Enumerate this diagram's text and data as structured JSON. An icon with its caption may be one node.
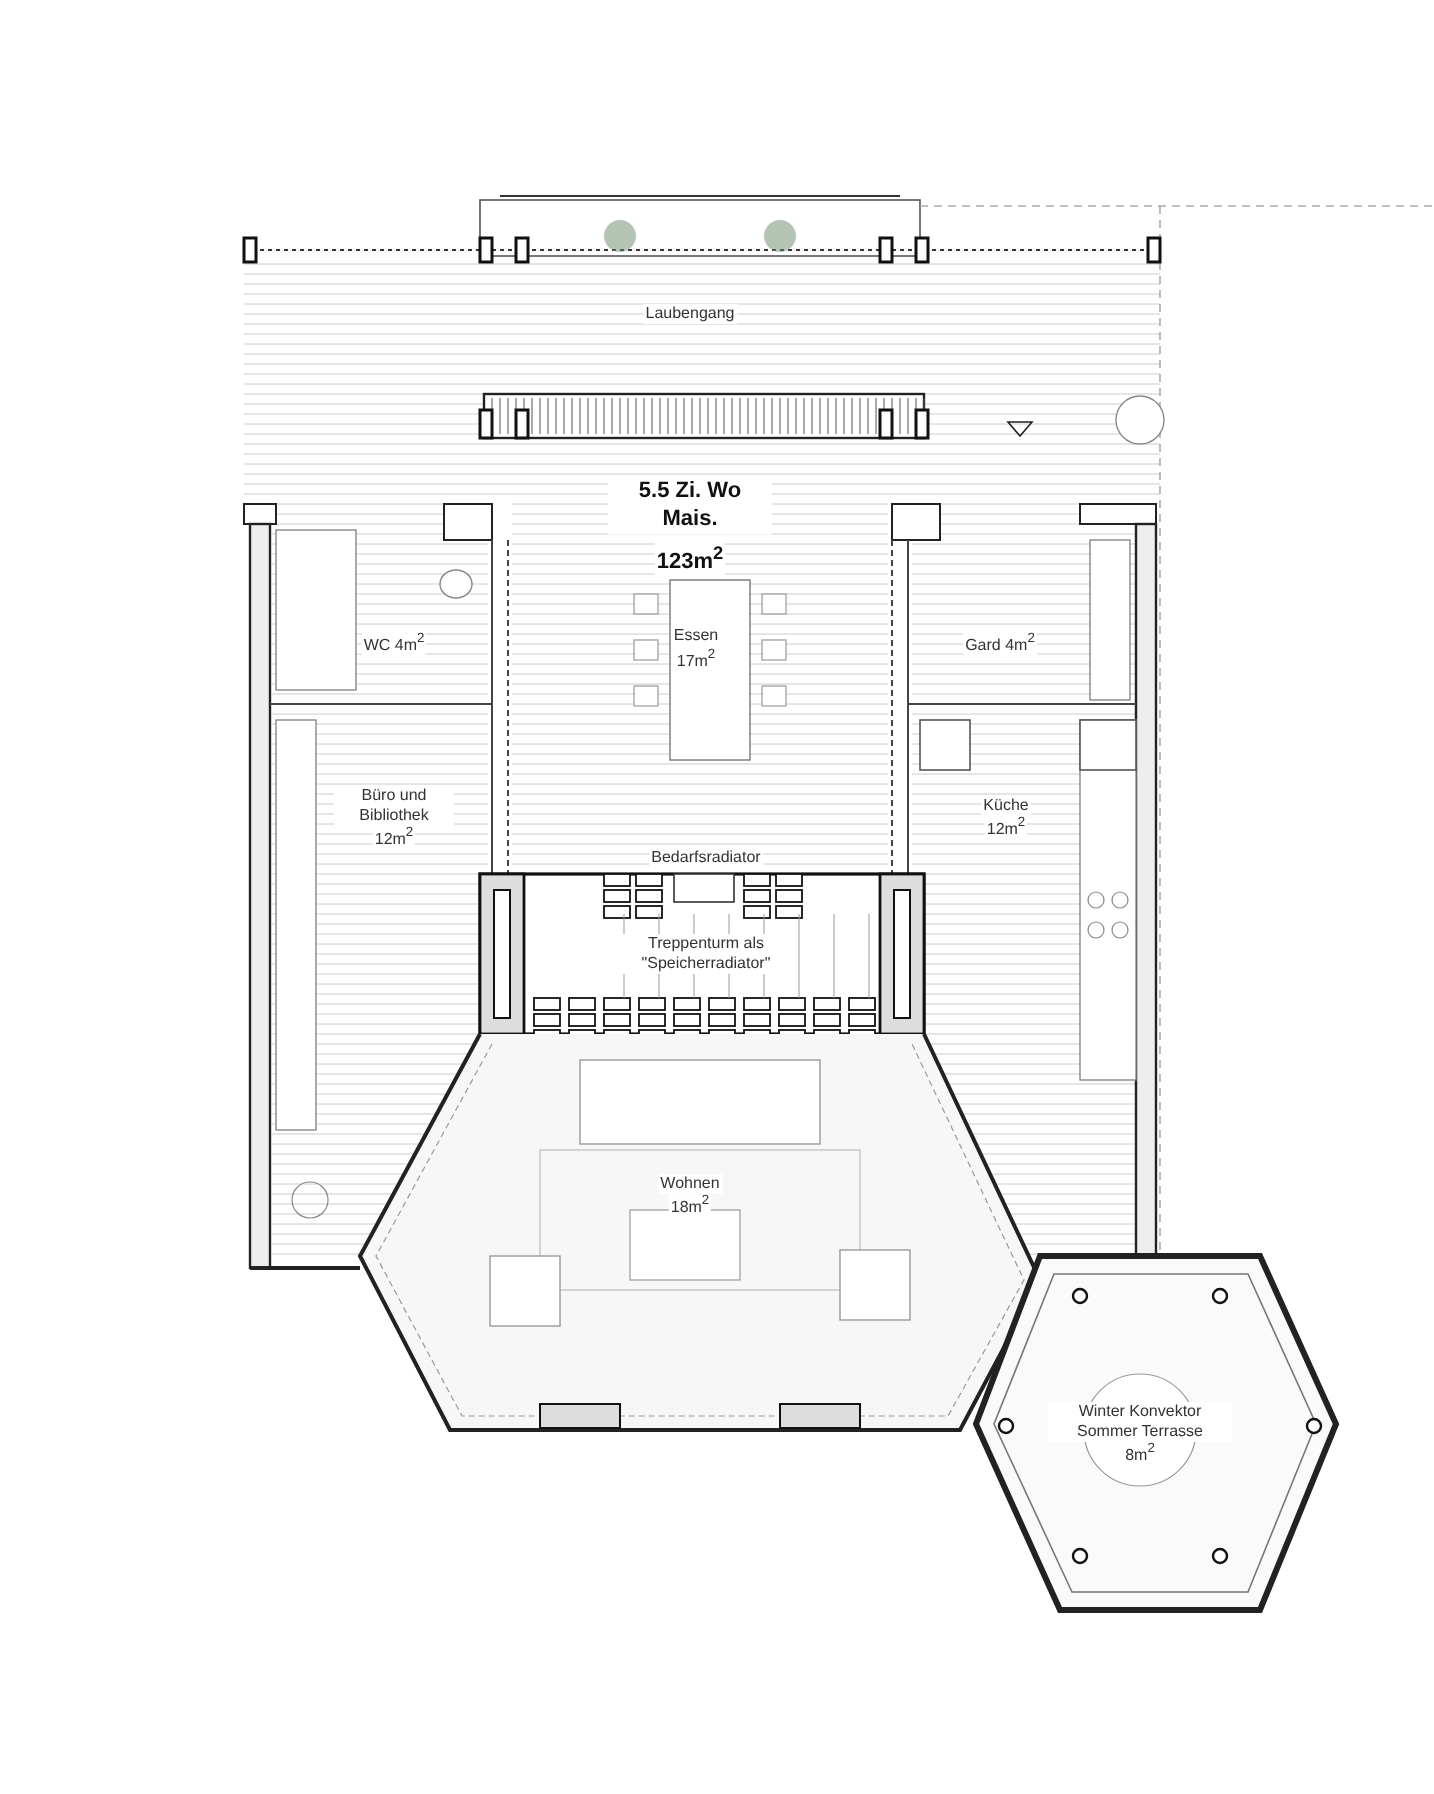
{
  "diagram": {
    "labels": [
      "Laubengang",
      "5.5 Zi. Wo Mais.",
      "123m$^{2}$",
      "WC 4m$^{2}$",
      "Essen",
      "17m$^{2}$",
      "Gard 4m$^{2}$",
      "Büro und Bibliothek",
      "12m$^{2}$",
      "Küche",
      "12m$^{2}$",
      "Bedarfsradiator",
      "Treppenturm als \"Speicherradiator\"",
      "Wohnen",
      "18m$^{2}$",
      "Winter Konvektor Sommer Terrasse",
      "8m$^{2}$"
    ]
  }
}
